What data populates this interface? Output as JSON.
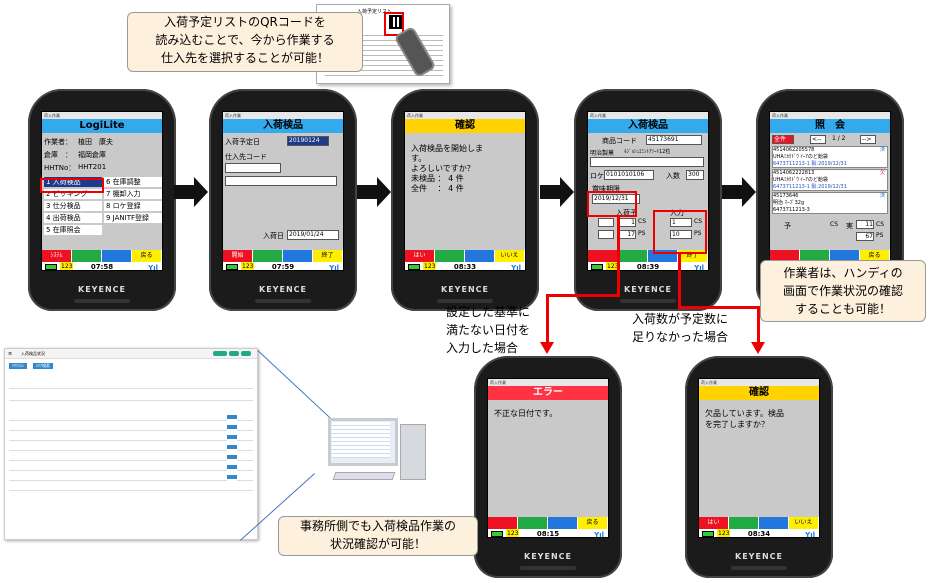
{
  "callouts": {
    "top": [
      "入荷予定リストのQRコードを",
      "読み込むことで、今から作業する",
      "仕入先を選択することが可能！"
    ],
    "right": [
      "作業者は、ハンディの",
      "画面で作業状況の確認",
      "することも可能！"
    ],
    "bottom_left": [
      "事務所側でも入荷検品作業の",
      "状況確認が可能！"
    ],
    "cond1": [
      "設定した基準に",
      "満たない日付を",
      "入力した場合"
    ],
    "cond2": [
      "入荷数が予定数に",
      "足りなかった場合"
    ]
  },
  "brand": "KEYENCE",
  "badge_123": "123",
  "signal": "Yıl",
  "doc_title": "入荷予定リスト",
  "screen1": {
    "titlebar": "荷入作業",
    "header": "LogiLite",
    "operator_label": "作業者：",
    "operator": "植田　康夫",
    "warehouse_label": "倉庫　：",
    "warehouse": "福岡倉庫",
    "htno_label": "HHTNo：",
    "htno": "HHT201",
    "menu": [
      "1 入荷検品",
      "2 ピッキング",
      "3 仕分検品",
      "4 出荷検品",
      "5 在庫照会",
      "6 在庫調整",
      "7 棚卸入力",
      "8 ロケ登録",
      "9 JANITF登録"
    ],
    "keys": [
      "ｼｽﾃﾑ",
      "",
      "",
      "戻る"
    ],
    "time": "07:58"
  },
  "screen2": {
    "titlebar": "荷入作業",
    "header": "入荷検品",
    "plan_date_label": "入荷予定日",
    "plan_date": "20190124",
    "supplier_label": "仕入先コード",
    "arrival_label": "入荷日",
    "arrival": "2019/01/24",
    "keys": [
      "開始",
      "",
      "",
      "終了"
    ],
    "time": "07:59"
  },
  "screen3": {
    "titlebar": "荷入作業",
    "header": "確認",
    "lines": [
      "入荷検品を開始しま",
      "す。",
      "よろしいですか？",
      "未検品 ： 4 件",
      "全件　 ： 4 件"
    ],
    "keys": [
      "はい",
      "",
      "",
      "いいえ"
    ],
    "time": "08:33"
  },
  "screen4": {
    "titlebar": "荷入作業",
    "header": "入荷検品",
    "code_label": "商品コード",
    "code": "45173691",
    "maker": "明治製菓",
    "product": "ﾓｼﾞｮｼｭｴﾐﾝﾄｱｿｰﾄ12粒",
    "loc_label": "ロケ",
    "loc": "0101010106",
    "qty_label": "入数",
    "qty": "300",
    "expiry_label": "賞味期限",
    "expiry": "2019/12/31",
    "plan_label": "入荷予",
    "input_label": "入力",
    "plan_cs": "1",
    "plan_ps": "17",
    "input_cs": "1",
    "input_ps": "10",
    "unit_cs": "CS",
    "unit_ps": "PS",
    "keys": [
      "",
      "",
      "",
      "終了"
    ],
    "time": "08:39"
  },
  "screen5": {
    "titlebar": "荷入作業",
    "header": "照　会",
    "all_btn": "全件",
    "page": "1 / 2",
    "prev": "<--",
    "next": "-->",
    "items": [
      {
        "code": "4514062205578",
        "name": "UHAﾐｶｸﾄﾞｳ ｲｰｱのど飴袋",
        "sub": "6473711213-1 製:2019/12/31",
        "flag": "済"
      },
      {
        "code": "4514062222813",
        "name": "UHAﾐｶｸﾄﾞｳ ｲｰｱのど飴袋",
        "sub": "6473711213-1 製:2019/12/31",
        "flag": "欠"
      },
      {
        "code": "45173646",
        "name": "明治 ﾏｰﾌﾞ32g",
        "sub": "6473711213-3",
        "flag": "済"
      }
    ],
    "plan_label": "予",
    "act_label": "実",
    "act_cs": "11",
    "act_ps": "67",
    "unit_cs": "CS",
    "unit_ps": "PS",
    "keys": [
      "",
      "",
      "",
      "戻る"
    ]
  },
  "screen6": {
    "titlebar": "荷入作業",
    "header": "エラー",
    "message": "不正な日付です。",
    "keys": [
      "",
      "",
      "",
      "戻る"
    ],
    "time": "08:15"
  },
  "screen7": {
    "titlebar": "荷入作業",
    "header": "確認",
    "lines": [
      "欠品しています。検品",
      "を完了しますか？"
    ],
    "keys": [
      "はい",
      "",
      "",
      "いいえ"
    ],
    "time": "08:34"
  },
  "office": {
    "title": "入荷検品状況",
    "tab1": "ｸﾘｱｼｴﾝ",
    "tab2": "ｴﾘｱ検索"
  },
  "colors": {
    "blue_header": "#33aaee",
    "yellow_header": "#ffd200",
    "red_header": "#ff3344",
    "callout_bg": "#fdf1de",
    "red_line": "#ee0000"
  }
}
